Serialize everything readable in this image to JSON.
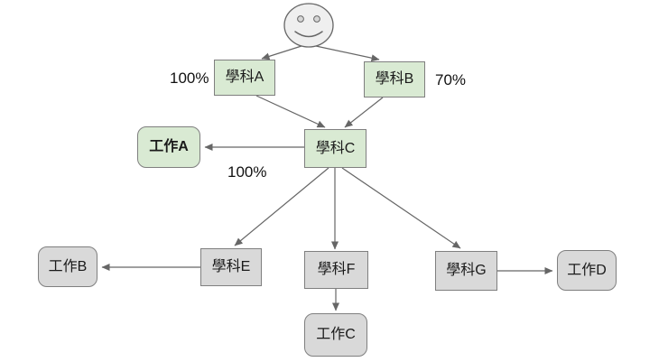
{
  "diagram": {
    "person": {
      "icon": "smiley-face"
    },
    "nodes": {
      "subject_a": "學科A",
      "subject_b": "學科B",
      "subject_c": "學科C",
      "subject_e": "學科E",
      "subject_f": "學科F",
      "subject_g": "學科G",
      "job_a": "工作A",
      "job_b": "工作B",
      "job_c": "工作C",
      "job_d": "工作D"
    },
    "edge_labels": {
      "to_subject_a": "100%",
      "to_subject_b": "70%",
      "to_job_a": "100%"
    },
    "colors": {
      "subject_fill": "#d9ead3",
      "gray_fill": "#d9d9d9",
      "node_border": "#7f7f7f",
      "arrow": "#666666",
      "face_fill": "#efefef",
      "background": "#ffffff"
    }
  }
}
